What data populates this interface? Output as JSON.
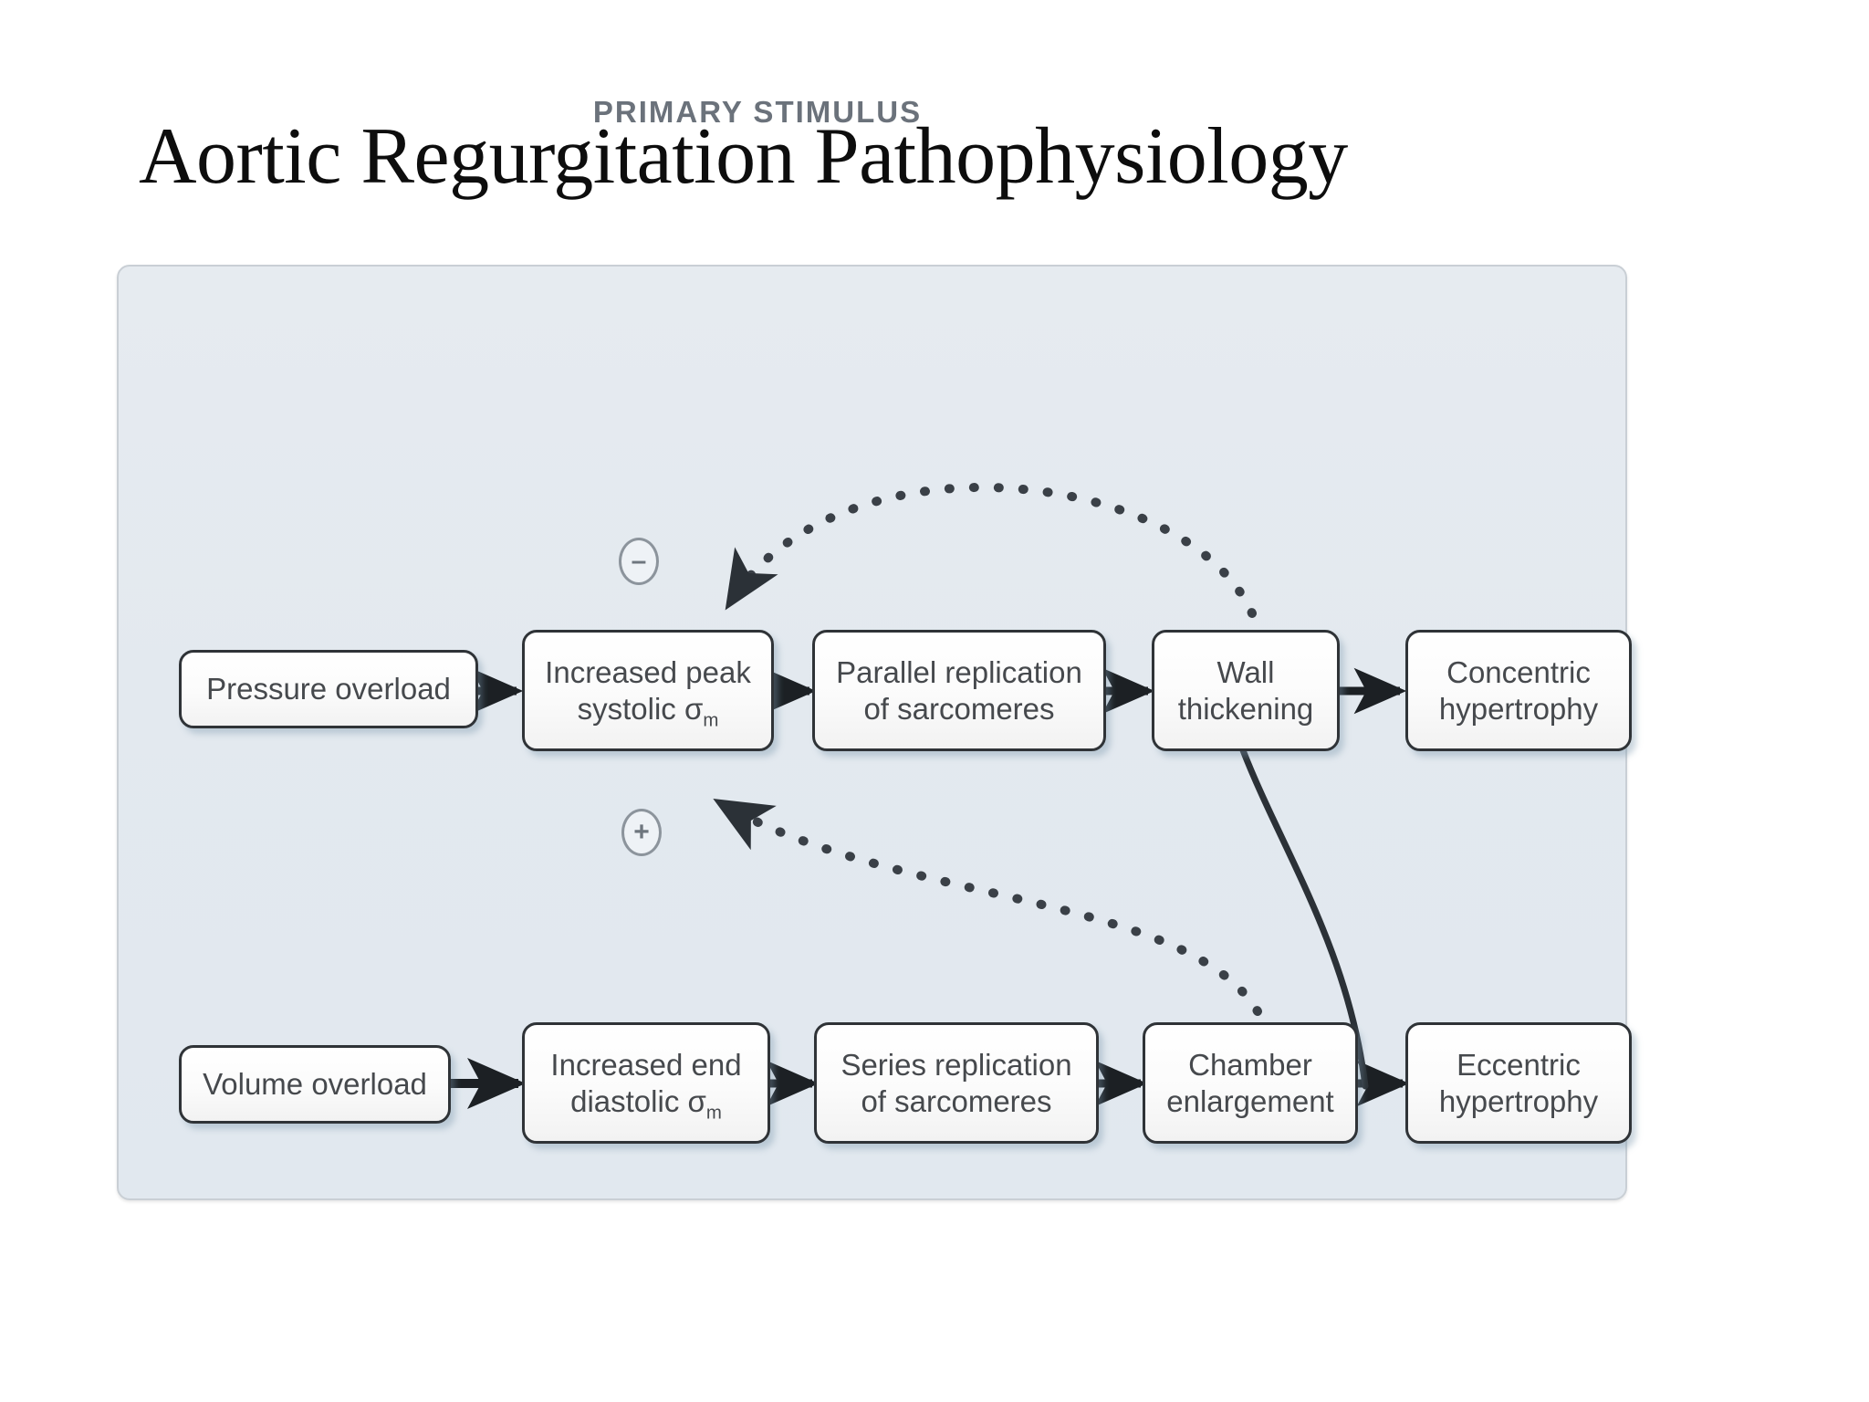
{
  "slide": {
    "title": "Aortic Regurgitation Pathophysiology"
  },
  "panel": {
    "header": "PRIMARY STIMULUS",
    "background_color": "#e3e9ef",
    "border_color": "#c9cfd5"
  },
  "diagram": {
    "type": "flowchart",
    "node_text_color": "#46494d",
    "node_border_color": "#2f3337",
    "rows": [
      {
        "name": "pressure-overload-pathway",
        "nodes": [
          {
            "id": "pressure-overload",
            "label": "Pressure overload"
          },
          {
            "id": "increased-peak-systolic",
            "label": "Increased peak",
            "label2": "systolic σ",
            "sub": "m"
          },
          {
            "id": "parallel-replication",
            "label": "Parallel replication",
            "label2": "of sarcomeres"
          },
          {
            "id": "wall-thickening",
            "label": "Wall",
            "label2": "thickening"
          },
          {
            "id": "concentric-hypertrophy",
            "label": "Concentric",
            "label2": "hypertrophy"
          }
        ]
      },
      {
        "name": "volume-overload-pathway",
        "nodes": [
          {
            "id": "volume-overload",
            "label": "Volume overload"
          },
          {
            "id": "increased-end-diastolic",
            "label": "Increased end",
            "label2": "diastolic σ",
            "sub": "m"
          },
          {
            "id": "series-replication",
            "label": "Series replication",
            "label2": "of sarcomeres"
          },
          {
            "id": "chamber-enlargement",
            "label": "Chamber",
            "label2": "enlargement"
          },
          {
            "id": "eccentric-hypertrophy",
            "label": "Eccentric",
            "label2": "hypertrophy"
          }
        ]
      }
    ],
    "signs": [
      {
        "id": "negative-feedback-sign",
        "symbol": "–",
        "meaning": "negative feedback"
      },
      {
        "id": "positive-feedback-sign",
        "symbol": "+",
        "meaning": "positive feedback"
      }
    ],
    "edges": [
      {
        "from": "pressure-overload",
        "to": "increased-peak-systolic",
        "style": "solid"
      },
      {
        "from": "increased-peak-systolic",
        "to": "parallel-replication",
        "style": "solid"
      },
      {
        "from": "parallel-replication",
        "to": "wall-thickening",
        "style": "solid"
      },
      {
        "from": "wall-thickening",
        "to": "concentric-hypertrophy",
        "style": "solid"
      },
      {
        "from": "volume-overload",
        "to": "increased-end-diastolic",
        "style": "solid"
      },
      {
        "from": "increased-end-diastolic",
        "to": "series-replication",
        "style": "solid"
      },
      {
        "from": "series-replication",
        "to": "chamber-enlargement",
        "style": "solid"
      },
      {
        "from": "chamber-enlargement",
        "to": "eccentric-hypertrophy",
        "style": "solid"
      },
      {
        "from": "wall-thickening",
        "to": "eccentric-hypertrophy",
        "style": "solid-curve"
      },
      {
        "from": "wall-thickening",
        "to": "increased-peak-systolic",
        "style": "dotted-arc",
        "sign": "–"
      },
      {
        "from": "chamber-enlargement",
        "to": "increased-peak-systolic",
        "style": "dotted-arc",
        "sign": "+"
      }
    ]
  }
}
